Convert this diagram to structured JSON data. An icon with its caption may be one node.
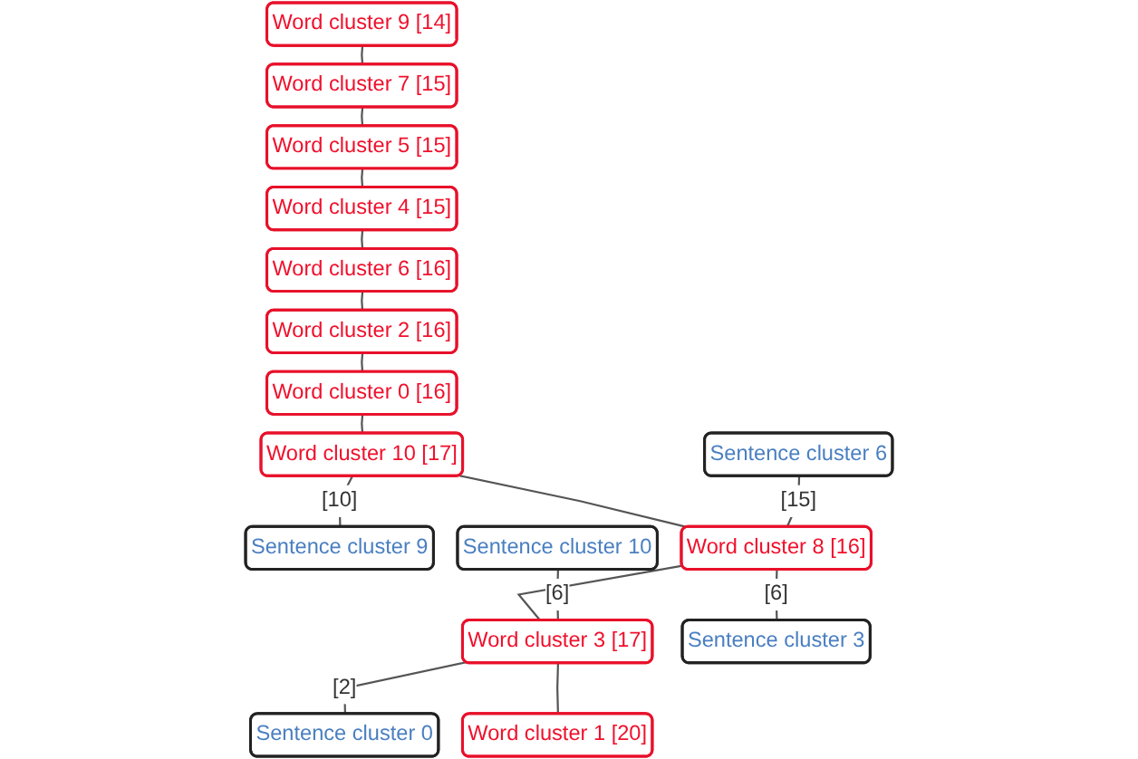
{
  "diagram": {
    "nodes": [
      {
        "text": [
          "Word cluster 4 [15]"
        ]
      },
      {
        "text": [
          "Word cluster 6 [16]"
        ]
      },
      {
        "text": [
          "Word cluster 5 [15]"
        ]
      },
      {
        "text": [
          "Word cluster 2 [16]"
        ]
      },
      {
        "text": [
          "Word cluster 7 [15]"
        ]
      },
      {
        "text": [
          "Word cluster 0 [16]"
        ]
      },
      {
        "text": [
          "Word cluster 9 [14]"
        ]
      },
      {
        "text": [
          "Word cluster 10 [17]"
        ]
      },
      {
        "text": [
          "Sentence cluster 6"
        ]
      },
      {
        "text": [
          "Sentence cluster 9"
        ]
      },
      {
        "text": [
          "Sentence cluster 10"
        ]
      },
      {
        "text": [
          "Word cluster 8 [16]"
        ]
      },
      {
        "text": [
          "Word cluster 3 [17]"
        ]
      },
      {
        "text": [
          "Sentence cluster 3"
        ]
      },
      {
        "text": [
          "Word cluster 1 [20]"
        ]
      },
      {
        "text": [
          "Sentence cluster 0"
        ]
      }
    ],
    "edges": [
      {
        "from": 6,
        "to": 4,
        "arrow": "none"
      },
      {
        "from": 4,
        "to": 2,
        "arrow": "none"
      },
      {
        "from": 2,
        "to": 0,
        "arrow": "none"
      },
      {
        "from": 0,
        "to": 1,
        "arrow": "none"
      },
      {
        "from": 1,
        "to": 3,
        "arrow": "none"
      },
      {
        "from": 3,
        "to": 5,
        "arrow": "none"
      },
      {
        "from": 5,
        "to": 7,
        "arrow": "none"
      },
      {
        "from": 7,
        "to": 9,
        "arrow": "none",
        "label": "[10]"
      },
      {
        "from": 7,
        "to": 11,
        "arrow": "none"
      },
      {
        "from": 8,
        "to": 11,
        "arrow": "none",
        "label": "[15]"
      },
      {
        "from": 11,
        "to": 13,
        "arrow": "none",
        "label": "[6]"
      },
      {
        "from": 11,
        "to": 12,
        "arrow": "none"
      },
      {
        "from": 10,
        "to": 12,
        "arrow": "none",
        "label": "[6]"
      },
      {
        "from": 12,
        "to": 15,
        "arrow": "none",
        "label": "[2]"
      },
      {
        "from": 12,
        "to": 14,
        "arrow": "none"
      }
    ]
  }
}
